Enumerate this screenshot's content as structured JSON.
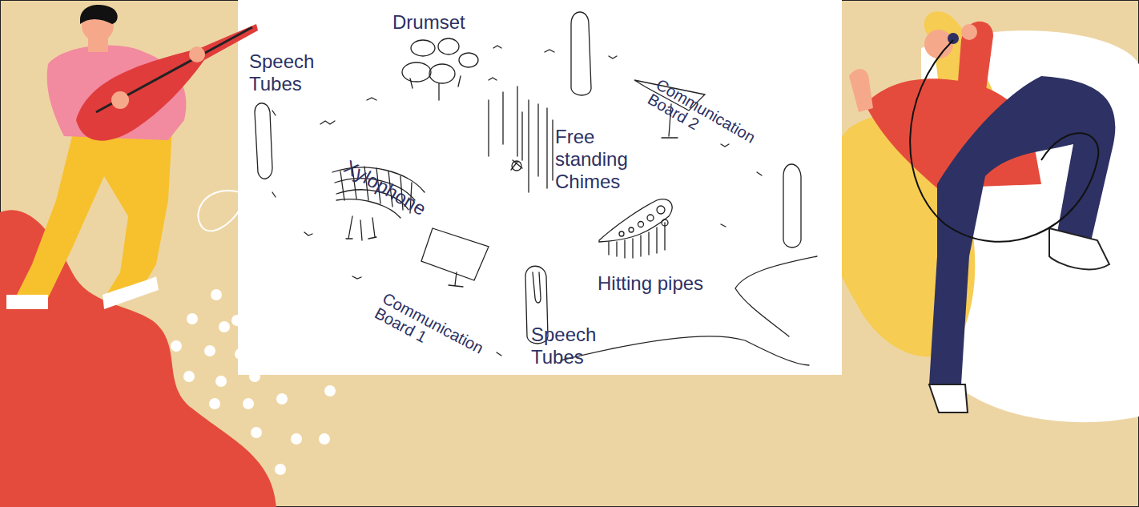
{
  "diagram": {
    "labels": [
      "Drumset",
      "Speech Tubes",
      "Xylophone",
      "Free standing Chimes",
      "Communication Board 2",
      "Hitting pipes",
      "Communication Board 1",
      "Speech Tubes"
    ]
  }
}
